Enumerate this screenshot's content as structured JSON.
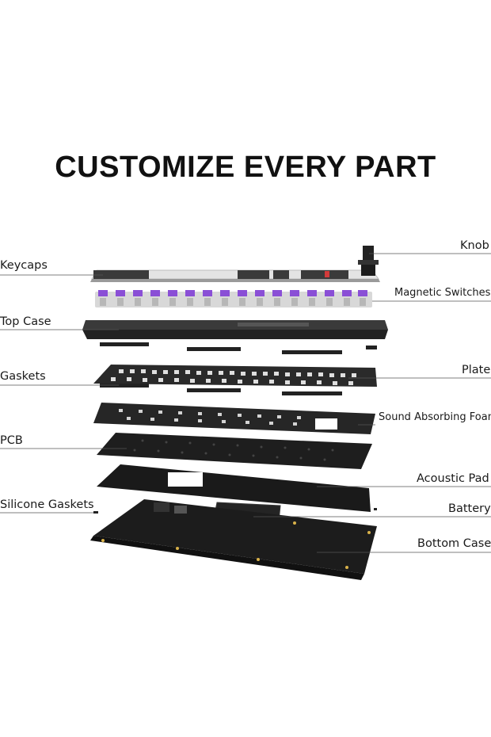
{
  "title": "CUSTOMIZE EVERY PART",
  "labels": {
    "knob": "Knob",
    "keycaps": "Keycaps",
    "magnetic_switches": "Magnetic Switches",
    "top_case": "Top Case",
    "gaskets": "Gaskets",
    "plate": "Plate",
    "sound_foam": "Sound Absorbing Foam",
    "pcb": "PCB",
    "acoustic_pad": "Acoustic Pad",
    "silicone_gaskets": "Silicone Gaskets",
    "battery": "Battery",
    "bottom_case": "Bottom Case"
  },
  "colors": {
    "case_dark": "#2a2a2a",
    "plate_dark": "#1c1c1c",
    "switch_purple": "#8a4fd6",
    "keycap_light": "#e8e8e8",
    "keycap_dark": "#3a3a3a",
    "accent_red": "#d33a3a"
  }
}
